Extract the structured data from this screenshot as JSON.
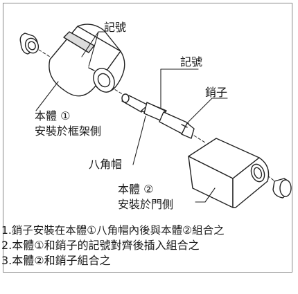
{
  "labels": {
    "mark_top": "記號",
    "mark_mid": "記號",
    "pin": "銷子",
    "body1_line1": "本體 ①",
    "body1_line2": "安裝於框架側",
    "octagon_cap": "八角帽",
    "body2_line1": "本體 ②",
    "body2_line2": "安裝於門側"
  },
  "notes": [
    "1.銷子安裝在本體①八角帽內後與本體②組合之",
    "2.本體①和銷子的記號對齊後插入組合之",
    "3.本體②和銷子組合之"
  ],
  "colors": {
    "line": "#222222",
    "part_fill": "#ffffff",
    "shade": "#cfcfcf"
  }
}
